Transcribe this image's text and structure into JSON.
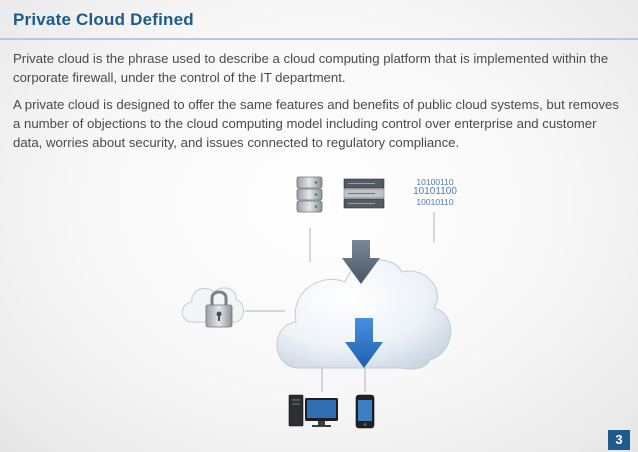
{
  "slide": {
    "title": "Private Cloud Defined",
    "paragraph_1": "Private cloud is the phrase used to describe a cloud computing platform that is implemented within the corporate firewall, under the control of the IT department.",
    "paragraph_2": "A private cloud is designed to offer the same features and benefits of public cloud systems, but removes a number of objections to the cloud computing model including control over enterprise and customer data, worries about security, and issues connected to regulatory compliance.",
    "page_number": "3"
  },
  "diagram": {
    "binary_lines": [
      "10100110",
      "10101100",
      "10010110"
    ],
    "icons": [
      "database-icon",
      "server-rack-icon",
      "binary-data-icon",
      "cloud-lock-icon",
      "private-cloud-icon",
      "arrow-down-icon",
      "desktop-computer-icon",
      "smartphone-icon"
    ]
  },
  "colors": {
    "title": "#1f5a8c",
    "text": "#4a4a4a",
    "arrow_top": "#5d6c7d",
    "arrow_bottom": "#2e73c4",
    "binary": "#4d7fb0"
  }
}
